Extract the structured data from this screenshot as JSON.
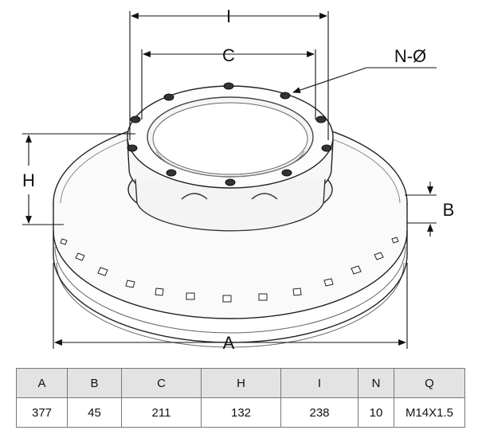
{
  "diagram": {
    "labels": {
      "outer_diameter": "A",
      "disc_thickness": "B",
      "bolt_circle": "C",
      "height": "H",
      "hub_diameter": "I",
      "holes": "N-Ø"
    }
  },
  "spec_table": {
    "headers": [
      "A",
      "B",
      "C",
      "H",
      "I",
      "N",
      "Q"
    ],
    "values": [
      "377",
      "45",
      "211",
      "132",
      "238",
      "10",
      "M14X1.5"
    ]
  }
}
